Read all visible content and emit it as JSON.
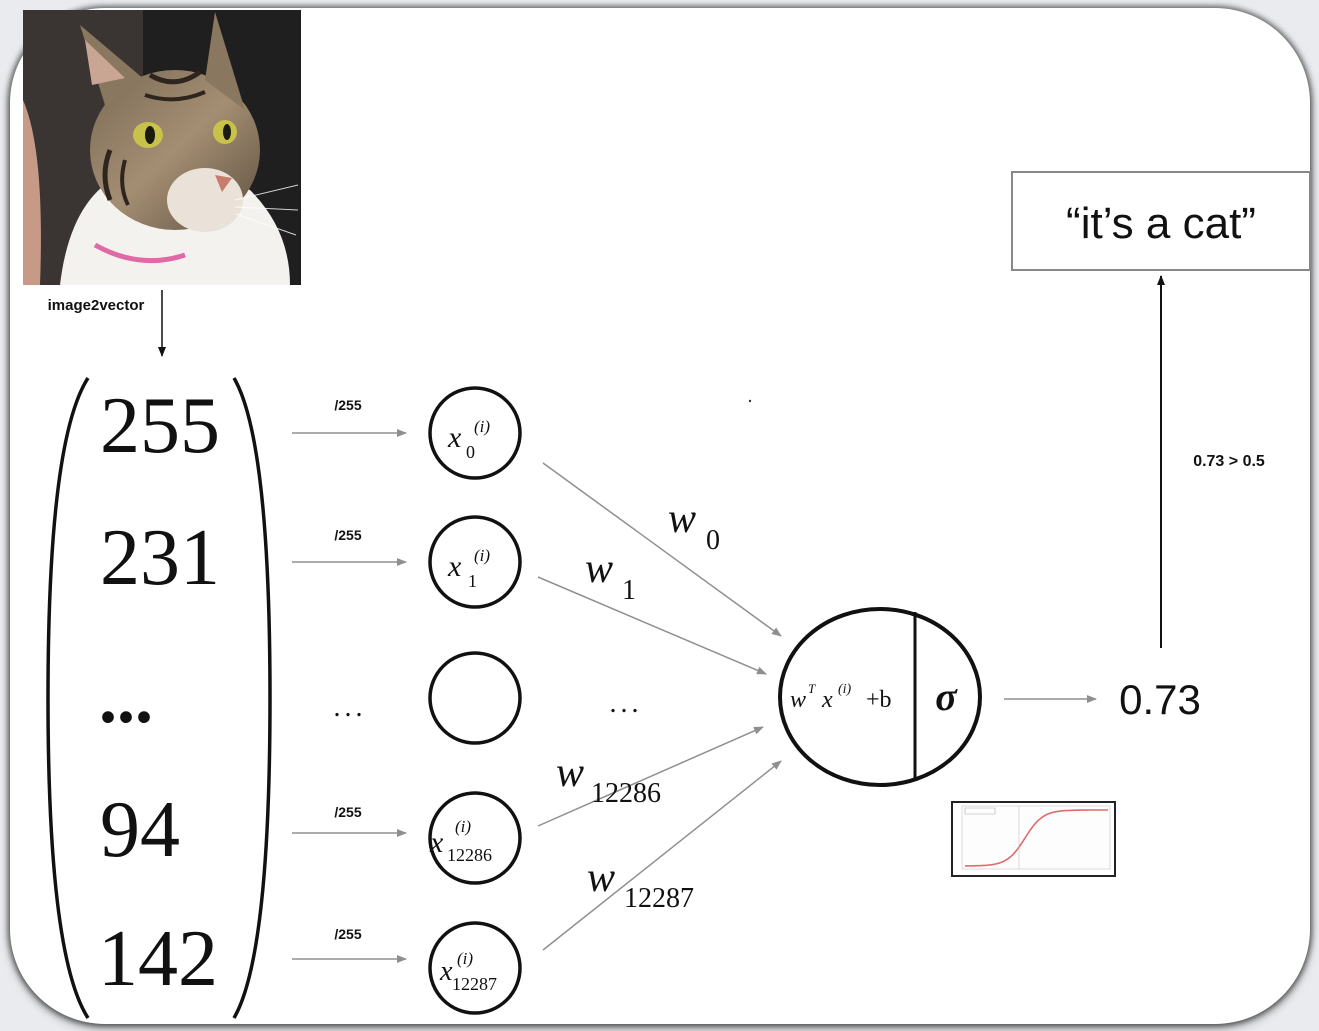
{
  "input": {
    "image_label": "image2vector",
    "vector_values": [
      "255",
      "231",
      "...",
      "94",
      "142"
    ],
    "normalize_labels": [
      "/255",
      "/255",
      "/255",
      "/255"
    ],
    "ellipsis_between": "...",
    "ellipsis_weights": "..."
  },
  "nodes": [
    {
      "base": "x",
      "sub": "0",
      "sup": "(i)"
    },
    {
      "base": "x",
      "sub": "1",
      "sup": "(i)"
    },
    {
      "base": "",
      "sub": "",
      "sup": ""
    },
    {
      "base": "x",
      "sub": "12286",
      "sup": "(i)"
    },
    {
      "base": "x",
      "sub": "12287",
      "sup": "(i)"
    }
  ],
  "weights": [
    {
      "base": "w",
      "sub": "0"
    },
    {
      "base": "w",
      "sub": "1"
    },
    {
      "base": "w",
      "sub": "12286"
    },
    {
      "base": "w",
      "sub": "12287"
    }
  ],
  "neuron": {
    "linear_w": "w",
    "linear_t": "T",
    "linear_x": "x",
    "linear_sup": "(i)",
    "linear_tail": "+b",
    "activation": "σ"
  },
  "output": {
    "value": "0.73",
    "threshold_label": "0.73 > 0.5",
    "prediction": "“it’s a cat”"
  },
  "colors": {
    "arrow_gray": "#8f8f8f",
    "ink": "#111111",
    "sigmoid_curve": "#e06a6a"
  }
}
